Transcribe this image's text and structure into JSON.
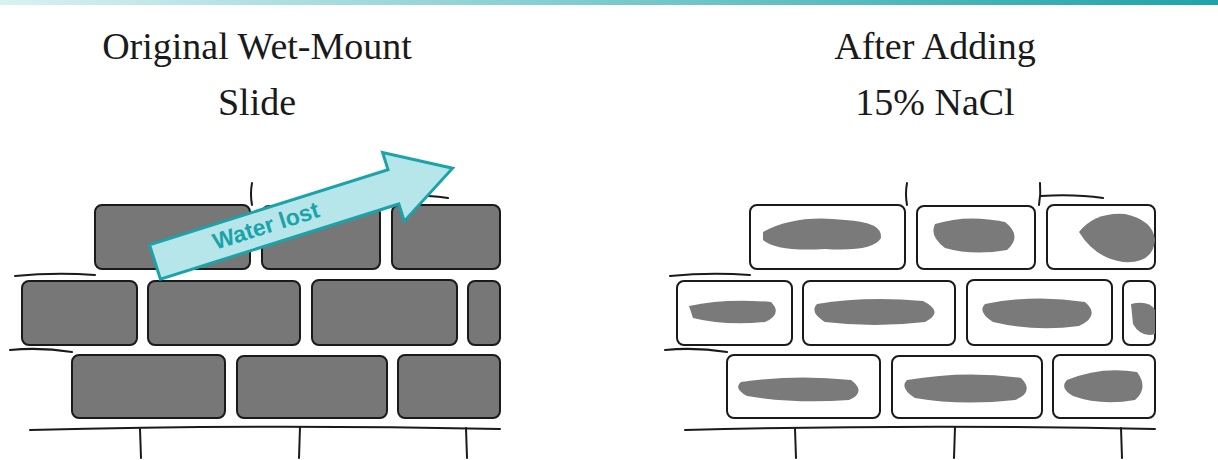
{
  "diagram": {
    "labels": [
      "Original Wet-Mount Slide",
      "After Adding 15% NaCl",
      "Water lost"
    ]
  }
}
